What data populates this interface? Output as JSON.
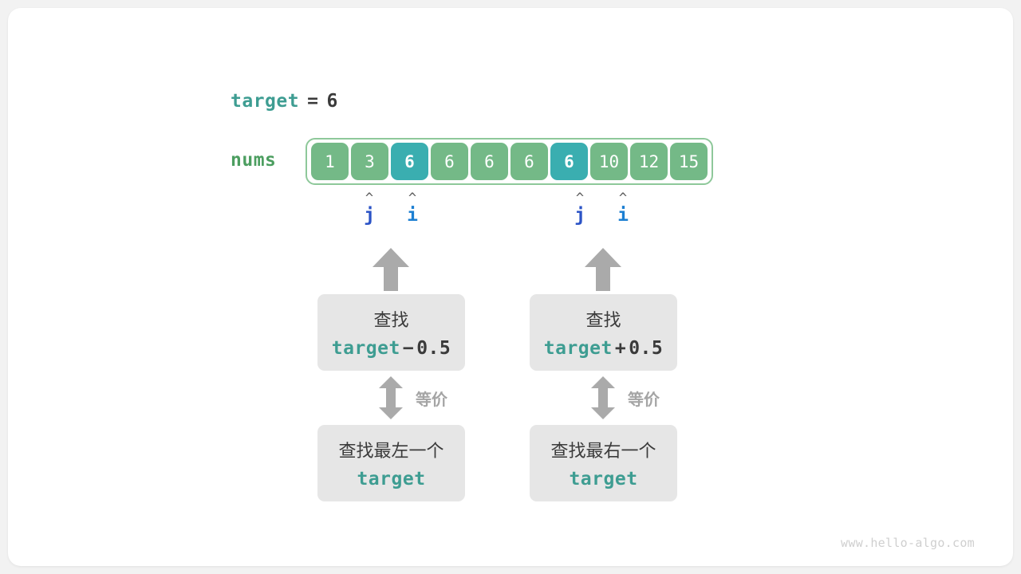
{
  "canvas": {
    "background": "#f2f2f2",
    "card_background": "#ffffff"
  },
  "colors": {
    "keyword_teal": "#3e9d92",
    "nums_green": "#4c9e60",
    "cell_green": "#74b987",
    "cell_highlight_teal": "#3aaeb0",
    "pointer_j_blue": "#2b53c6",
    "pointer_i_blue": "#1c7fd2",
    "arrow_gray": "#aaaaaa",
    "box_gray": "#e6e6e6",
    "text_dark": "#3b3b3b"
  },
  "target_line": {
    "variable": "target",
    "operator": "=",
    "value": "6"
  },
  "array": {
    "label": "nums",
    "cells": [
      {
        "value": "1",
        "highlight": false
      },
      {
        "value": "3",
        "highlight": false
      },
      {
        "value": "6",
        "highlight": true
      },
      {
        "value": "6",
        "highlight": false
      },
      {
        "value": "6",
        "highlight": false
      },
      {
        "value": "6",
        "highlight": false
      },
      {
        "value": "6",
        "highlight": true
      },
      {
        "value": "10",
        "highlight": false
      },
      {
        "value": "12",
        "highlight": false
      },
      {
        "value": "15",
        "highlight": false
      }
    ]
  },
  "pointers": [
    {
      "id": "left-j",
      "caret": "^",
      "name": "j",
      "kind": "j"
    },
    {
      "id": "left-i",
      "caret": "^",
      "name": "i",
      "kind": "i"
    },
    {
      "id": "right-j",
      "caret": "^",
      "name": "j",
      "kind": "j"
    },
    {
      "id": "right-i",
      "caret": "^",
      "name": "i",
      "kind": "i"
    }
  ],
  "left_branch": {
    "upper_box": {
      "line1": "查找",
      "variable": "target",
      "operator": "−",
      "operand": "0.5"
    },
    "equiv_label": "等价",
    "lower_box": {
      "line1": "查找最左一个",
      "variable": "target"
    }
  },
  "right_branch": {
    "upper_box": {
      "line1": "查找",
      "variable": "target",
      "operator": "+",
      "operand": "0.5"
    },
    "equiv_label": "等价",
    "lower_box": {
      "line1": "查找最右一个",
      "variable": "target"
    }
  },
  "watermark": "www.hello-algo.com"
}
